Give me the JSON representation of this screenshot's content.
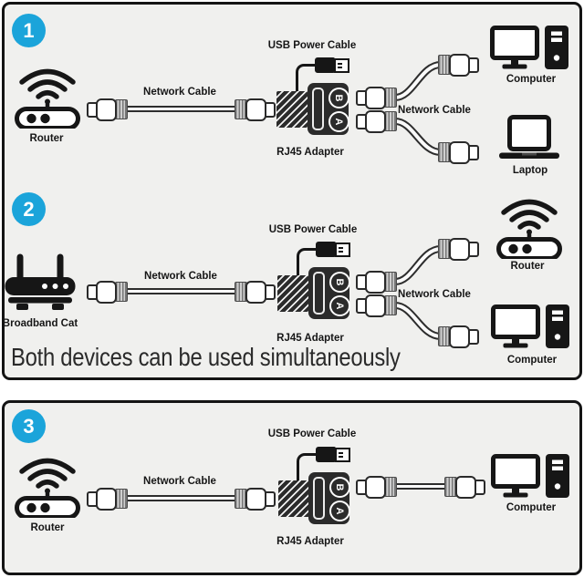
{
  "colors": {
    "badge_blue": "#1ba4da",
    "panel_bg": "#f0f0ee",
    "ink": "#161616"
  },
  "sections": [
    {
      "number": "1",
      "source": "Router",
      "cable_label": "Network Cable",
      "usb_label": "USB Power Cable",
      "adapter_label": "RJ45 Adapter",
      "cable2_label": "Network Cable",
      "port_top": "B",
      "port_bottom": "A",
      "target_top": "Computer",
      "target_bottom": "Laptop"
    },
    {
      "number": "2",
      "source": "Broadband Cat",
      "cable_label": "Network Cable",
      "usb_label": "USB Power Cable",
      "adapter_label": "RJ45 Adapter",
      "cable2_label": "Network Cable",
      "port_top": "B",
      "port_bottom": "A",
      "target_top": "Router",
      "target_bottom": "Computer",
      "note": "Both devices can be used simultaneously"
    },
    {
      "number": "3",
      "source": "Router",
      "cable_label": "Network Cable",
      "usb_label": "USB Power Cable",
      "adapter_label": "RJ45 Adapter",
      "port_top": "B",
      "port_bottom": "A",
      "target": "Computer"
    }
  ]
}
